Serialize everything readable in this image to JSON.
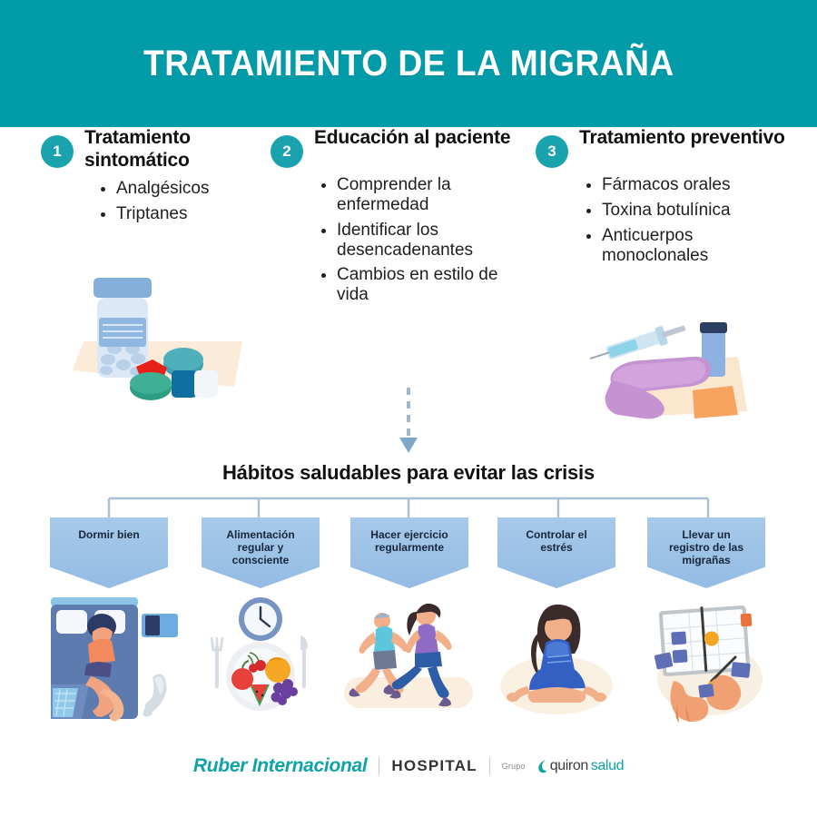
{
  "header": {
    "title": "TRATAMIENTO DE LA MIGRAÑA",
    "background_color": "#029BA8"
  },
  "columns": [
    {
      "number": "1",
      "title": "Tratamiento sintomático",
      "bullets": [
        "Analgésicos",
        "Triptanes"
      ],
      "illustration": "pill-jar-illustration"
    },
    {
      "number": "2",
      "title": "Educación al paciente",
      "bullets": [
        "Comprender la enfermedad",
        "Identificar los desencadenantes",
        "Cambios en estilo de vida"
      ],
      "illustration": "none"
    },
    {
      "number": "3",
      "title": "Tratamiento preventivo",
      "bullets": [
        "Fármacos orales",
        "Toxina botulínica",
        "Anticuerpos monoclonales"
      ],
      "illustration": "syringe-vial-illustration"
    }
  ],
  "habits_section": {
    "heading": "Hábitos saludables para evitar las crisis",
    "arrow": "dashed-down-arrow",
    "badge_color": "#9DC3E6",
    "items": [
      {
        "label": "Dormir  bien",
        "illustration": "sleeping-in-bed-illustration"
      },
      {
        "label": "Alimentación\nregular y\nconsciente",
        "illustration": "clock-plate-fruit-illustration"
      },
      {
        "label": "Hacer ejercicio\nregularmente",
        "illustration": "two-runners-illustration"
      },
      {
        "label": "Controlar el\nestrés",
        "illustration": "meditating-woman-illustration"
      },
      {
        "label": "Llevar un\nregistro de las\nmigrañas",
        "illustration": "hands-writing-planner-illustration"
      }
    ]
  },
  "footer": {
    "brand": "Ruber Internacional",
    "hospital": "HOSPITAL",
    "grupo": "Grupo",
    "quiron": "quiron",
    "salud": "salud",
    "accent_color": "#0FA3A8"
  }
}
